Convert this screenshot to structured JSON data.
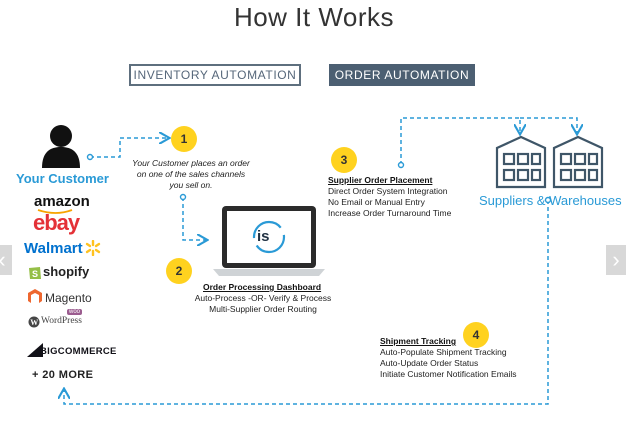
{
  "header": {
    "title": "How It Works"
  },
  "tabs": [
    {
      "label": "INVENTORY AUTOMATION",
      "active": false
    },
    {
      "label": "ORDER AUTOMATION",
      "active": true
    }
  ],
  "customer": {
    "label": "Your Customer",
    "channels": [
      "amazon",
      "ebay",
      "Walmart",
      "shopify",
      "Magento",
      "WordPress",
      "BIGCOMMERCE"
    ],
    "more": "+ 20 MORE"
  },
  "steps": [
    {
      "number": "1",
      "heading": "",
      "lines": [
        "Your Customer places an order",
        "on one of the sales channels",
        "you sell on."
      ]
    },
    {
      "number": "2",
      "heading": "Order Processing Dashboard",
      "lines": [
        "Auto-Process -OR- Verify & Process",
        "Multi-Supplier Order Routing"
      ]
    },
    {
      "number": "3",
      "heading": "Supplier Order Placement",
      "lines": [
        "Direct Order System Integration",
        "No Email or Manual Entry",
        "Increase Order Turnaround Time"
      ]
    },
    {
      "number": "4",
      "heading": "Shipment Tracking",
      "lines": [
        "Auto-Populate Shipment Tracking",
        "Auto-Update Order Status",
        "Initiate Customer Notification Emails"
      ]
    }
  ],
  "dashboard": {
    "logo": "is"
  },
  "suppliers": {
    "label": "Suppliers & Warehouses"
  },
  "woo_badge": "woo",
  "nav": {
    "prev": "‹",
    "next": "›"
  },
  "colors": {
    "accent_blue": "#2a9ad6",
    "badge_yellow": "#ffd21f",
    "tab_dark": "#4c5f72"
  }
}
